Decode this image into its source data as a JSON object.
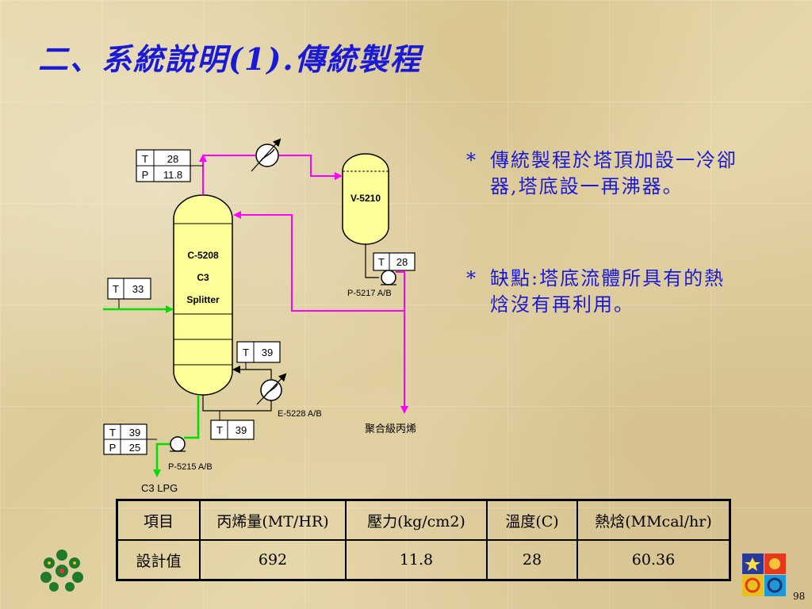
{
  "slide": {
    "title": "二、系統說明(1).傳統製程",
    "page_number": "98"
  },
  "diagram": {
    "column": {
      "id": "C-5208",
      "name_line1": "C3",
      "name_line2": "Splitter"
    },
    "drum": {
      "id": "V-5210"
    },
    "top_tags": {
      "t_label": "T",
      "t_value": "28",
      "p_label": "P",
      "p_value": "11.8"
    },
    "feed_tag": {
      "t_label": "T",
      "t_value": "33"
    },
    "reflux_tag": {
      "t_label": "T",
      "t_value": "28"
    },
    "reboiler_tag": {
      "t_label": "T",
      "t_value": "39"
    },
    "reboiler_bottom_tag": {
      "t_label": "T",
      "t_value": "39"
    },
    "bottom_tags": {
      "t_label": "T",
      "t_value": "39",
      "p_label": "P",
      "p_value": "25"
    },
    "reflux_pump": "P-5217 A/B",
    "reboiler": "E-5228 A/B",
    "bottom_pump": "P-5215 A/B",
    "bottom_product": "C3 LPG",
    "distillate_product": "聚合級丙烯",
    "colors": {
      "process_line": "#ff00ff",
      "feed_line": "#00dd00",
      "vessel_fill": "#ffff99",
      "text_blue": "#1a1ad6"
    }
  },
  "bullets": [
    {
      "marker": "*",
      "text": "傳統製程於塔頂加設一冷卻器,塔底設一再沸器。"
    },
    {
      "marker": "*",
      "text": "缺點:塔底流體所具有的熱焓沒有再利用。"
    }
  ],
  "table": {
    "headers": [
      "項目",
      "丙烯量(MT/HR)",
      "壓力(kg/cm2)",
      "溫度(C)",
      "熱焓(MMcal/hr)"
    ],
    "rows": [
      [
        "設計值",
        "692",
        "11.8",
        "28",
        "60.36"
      ]
    ]
  }
}
